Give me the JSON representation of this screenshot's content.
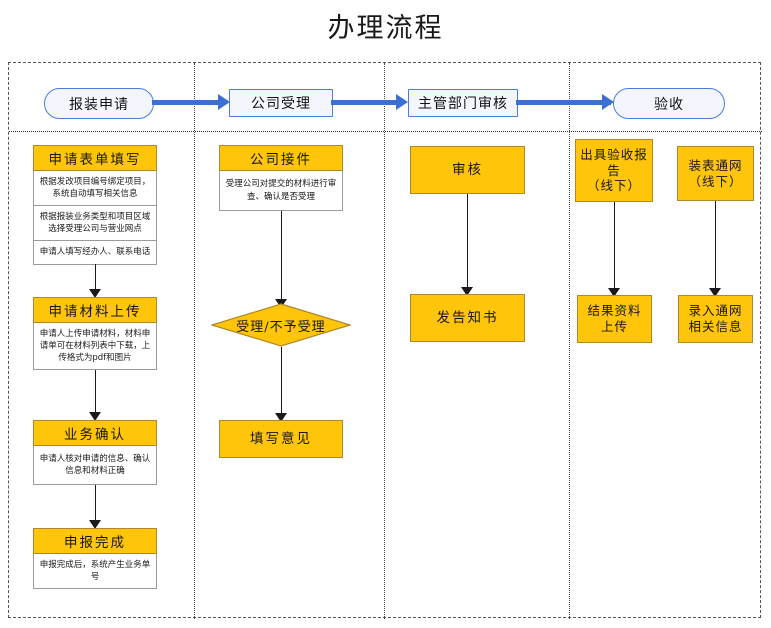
{
  "title": "办理流程",
  "lanes": [
    {
      "id": "lane-1",
      "header": {
        "label": "报装申请",
        "shape": "rounded"
      }
    },
    {
      "id": "lane-2",
      "header": {
        "label": "公司受理",
        "shape": "rect"
      }
    },
    {
      "id": "lane-3",
      "header": {
        "label": "主管部门审核",
        "shape": "rect"
      }
    },
    {
      "id": "lane-4",
      "header": {
        "label": "验收",
        "shape": "rounded"
      }
    }
  ],
  "lane1": {
    "group1": {
      "title": "申请表单填写",
      "rows": [
        "根据发改项目编号绑定项目，系统自动填写相关信息",
        "根据报装业务类型和项目区域选择受理公司与营业网点",
        "申请人填写经办人、联系电话"
      ]
    },
    "group2": {
      "title": "申请材料上传",
      "rows": [
        "申请人上传申请材料，材料申请单可在材料列表中下载，上传格式为pdf和图片"
      ]
    },
    "group3": {
      "title": "业务确认",
      "rows": [
        "申请人核对申请的信息、确认信息和材料正确"
      ]
    },
    "group4": {
      "title": "申报完成",
      "rows": [
        "申报完成后，系统产生业务单号"
      ]
    }
  },
  "lane2": {
    "group1": {
      "title": "公司接件",
      "rows": [
        "受理公司对提交的材料进行审查、确认是否受理"
      ]
    },
    "decision": {
      "label": "受理/不予受理"
    },
    "box": {
      "label": "填写意见"
    }
  },
  "lane3": {
    "box1": {
      "label": "审核"
    },
    "box2": {
      "label": "发告知书"
    }
  },
  "lane4": {
    "box1": {
      "label": "出具验收报告\n（线下）"
    },
    "box2": {
      "label": "装表通网\n（线下）"
    },
    "box3": {
      "label": "结果资料\n上传"
    },
    "box4": {
      "label": "录入通网\n相关信息"
    }
  },
  "colors": {
    "process_fill": "#ffc50a",
    "process_border": "#b0882a",
    "header_fill": "#f3f7fd",
    "header_border": "#4a7ddb",
    "arrow_blue": "#3b6fd4",
    "arrow_black": "#1a1a1a",
    "lane_border": "#555555"
  }
}
